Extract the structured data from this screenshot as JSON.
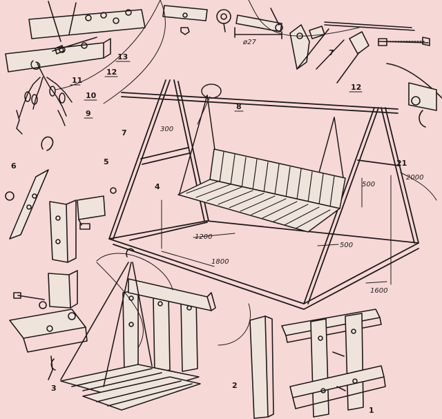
{
  "part_labels": {
    "p1": "1",
    "p2": "2",
    "p3": "3",
    "p4": "4",
    "p5": "5",
    "p6": "6",
    "p7a": "7",
    "p7b": "7",
    "p8": "8",
    "p9": "9",
    "p10": "10",
    "p11": "11",
    "p12a": "12",
    "p12b": "12",
    "p13": "13",
    "p21": "21"
  },
  "dimensions": {
    "hole_dia": "ø27",
    "d300": "300",
    "d1200": "1200",
    "d500_bottom": "500",
    "d500_side": "500",
    "d1800": "1800",
    "d1600": "1600",
    "d2000": "2000"
  },
  "colors": {
    "paper": "#f6d8d6",
    "ink": "#1e1a1a"
  }
}
